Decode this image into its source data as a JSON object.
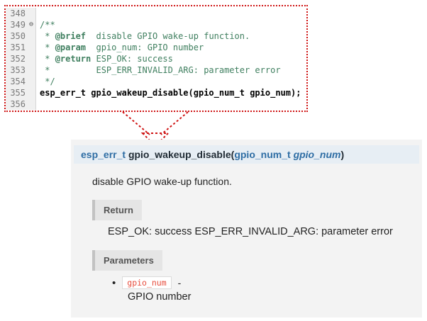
{
  "colors": {
    "highlight_red": "#cf1414",
    "comment_green": "#3f7f5f",
    "doc_blue": "#2e6da4",
    "param_chip_red": "#e74c3c"
  },
  "icons": {
    "fold_collapse": "⊖",
    "bullet": "•"
  },
  "code_editor": {
    "lines": [
      {
        "num": "348",
        "fold": false,
        "segments": []
      },
      {
        "num": "349",
        "fold": true,
        "segments": [
          {
            "t": "/**",
            "c": "comment"
          }
        ]
      },
      {
        "num": "350",
        "fold": false,
        "segments": [
          {
            "t": " * ",
            "c": "comment"
          },
          {
            "t": "@brief",
            "c": "tag"
          },
          {
            "t": "  disable GPIO wake-up function.",
            "c": "comment"
          }
        ]
      },
      {
        "num": "351",
        "fold": false,
        "segments": [
          {
            "t": " * ",
            "c": "comment"
          },
          {
            "t": "@param",
            "c": "tag"
          },
          {
            "t": "  gpio_num: GPIO number",
            "c": "comment"
          }
        ]
      },
      {
        "num": "352",
        "fold": false,
        "segments": [
          {
            "t": " * ",
            "c": "comment"
          },
          {
            "t": "@return",
            "c": "tag"
          },
          {
            "t": " ESP_OK: success",
            "c": "comment"
          }
        ]
      },
      {
        "num": "353",
        "fold": false,
        "segments": [
          {
            "t": " *         ESP_ERR_INVALID_ARG: parameter error",
            "c": "comment"
          }
        ]
      },
      {
        "num": "354",
        "fold": false,
        "segments": [
          {
            "t": " */",
            "c": "comment"
          }
        ]
      },
      {
        "num": "355",
        "fold": false,
        "segments": [
          {
            "t": "esp_err_t gpio_wakeup_disable(gpio_num_t gpio_num);",
            "c": "decl"
          }
        ]
      },
      {
        "num": "356",
        "fold": false,
        "segments": []
      }
    ]
  },
  "doc": {
    "signature": [
      {
        "t": "esp_err_t ",
        "c": "type"
      },
      {
        "t": "gpio_wakeup_disable",
        "c": "name"
      },
      {
        "t": "(",
        "c": "name"
      },
      {
        "t": "gpio_num_t ",
        "c": "type"
      },
      {
        "t": "gpio_num",
        "c": "param"
      },
      {
        "t": ")",
        "c": "name"
      }
    ],
    "description": "disable GPIO wake-up function.",
    "return_label": "Return",
    "return_text": "ESP_OK: success ESP_ERR_INVALID_ARG: parameter error",
    "parameters_label": "Parameters",
    "parameter": {
      "name": "gpio_num",
      "separator": "-",
      "description": "GPIO number"
    }
  }
}
